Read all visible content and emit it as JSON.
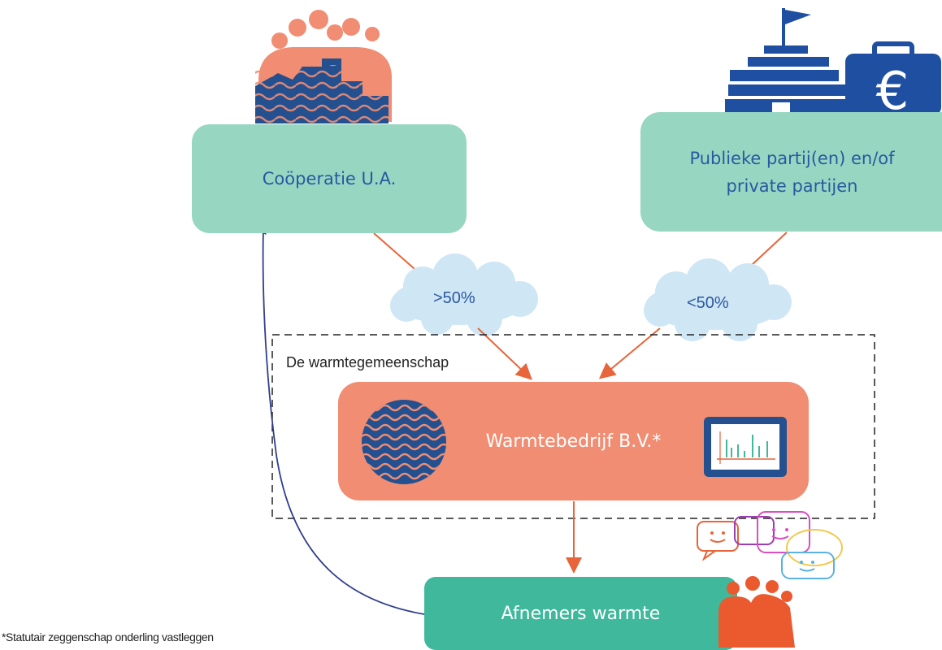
{
  "nodes": {
    "cooperatie": "Coöperatie U.A.",
    "publiek_line1": "Publieke partij(en) en/of",
    "publiek_line2": "private partijen",
    "warmtebedrijf": "Warmtebedrijf  B.V.*",
    "afnemers": "Afnemers  warmte"
  },
  "shares": {
    "cooperatie": ">50%",
    "publiek": "<50%"
  },
  "region": {
    "label": "De warmtegemeenschap"
  },
  "footnote": "*Statutair zeggenschap onderling vastleggen",
  "colors": {
    "teal_box": "#97d7c2",
    "salmon_box": "#f08d72",
    "green_box": "#3fb89c",
    "cloud": "#cfe6f5",
    "arrow_orange": "#e8643a",
    "arrow_blue": "#2f3e8f",
    "dark_blue": "#1f4fa0"
  }
}
